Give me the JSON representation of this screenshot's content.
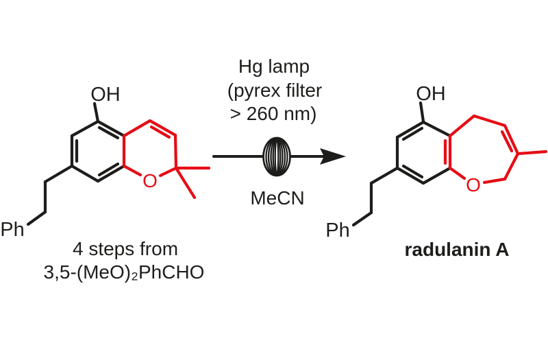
{
  "figure": {
    "type": "reaction-scheme",
    "background": "#ffffff",
    "bond_color": "#1d1d1b",
    "highlight_color": "#e60d15"
  },
  "reactant": {
    "hydroxyl_label": "OH",
    "phenyl_label": "Ph",
    "oxygen_label": "O",
    "caption_line1": "4 steps from",
    "caption_line2": "3,5-(MeO)₂PhCHO"
  },
  "conditions": {
    "line1": "Hg lamp",
    "line2": "(pyrex filter",
    "line3": "> 260 nm)",
    "solvent": "MeCN"
  },
  "product": {
    "hydroxyl_label": "OH",
    "phenyl_label": "Ph",
    "oxygen_label": "O",
    "name": "radulanin A"
  }
}
